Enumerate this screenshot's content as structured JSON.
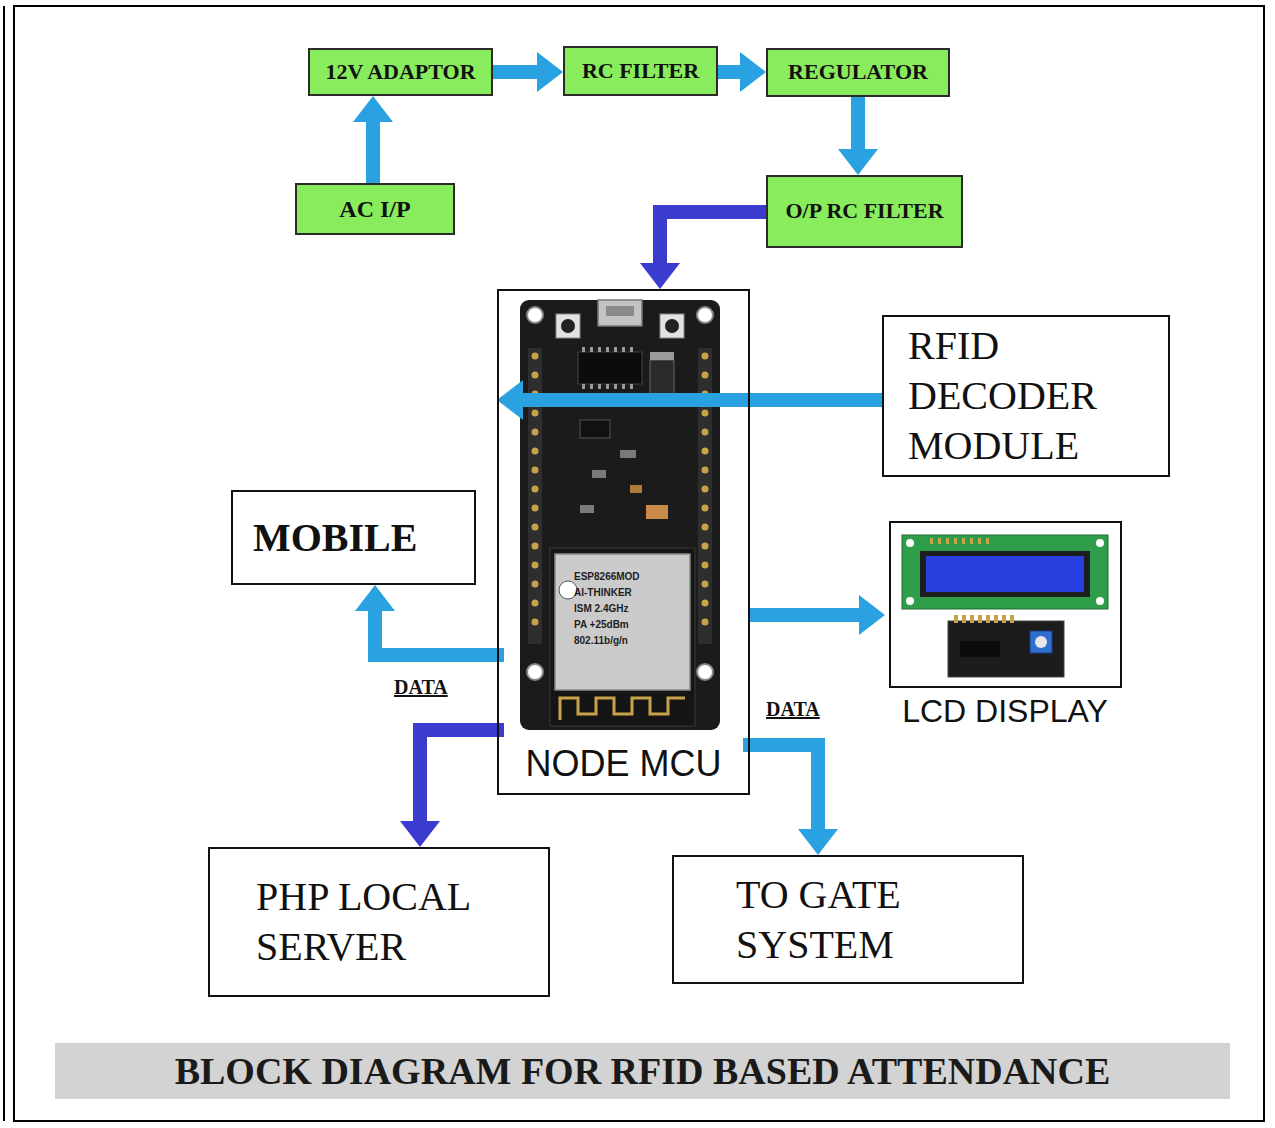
{
  "diagram": {
    "title": "BLOCK DIAGRAM FOR RFID BASED ATTENDANCE",
    "nodes": [
      {
        "text": [
          "12V ADAPTOR"
        ]
      },
      {
        "text": [
          "RC FILTER"
        ]
      },
      {
        "text": [
          "REGULATOR"
        ]
      },
      {
        "text": [
          "AC I/P"
        ]
      },
      {
        "text": [
          "O/P RC FILTER"
        ]
      },
      {
        "text": [
          "NODE MCU"
        ]
      },
      {
        "text": [
          "RFID DECODER MODULE"
        ]
      },
      {
        "text": [
          "MOBILE"
        ]
      },
      {
        "text": [
          "LCD DISPLAY"
        ]
      },
      {
        "text": [
          "PHP LOCAL SERVER"
        ]
      },
      {
        "text": [
          "TO GATE SYSTEM"
        ]
      }
    ],
    "edges": [
      {
        "from": 3,
        "to": 0,
        "arrow": "to"
      },
      {
        "from": 0,
        "to": 1,
        "arrow": "to"
      },
      {
        "from": 1,
        "to": 2,
        "arrow": "to"
      },
      {
        "from": 2,
        "to": 4,
        "arrow": "to"
      },
      {
        "from": 4,
        "to": 5,
        "arrow": "to"
      },
      {
        "from": 6,
        "to": 5,
        "arrow": "to"
      },
      {
        "from": 5,
        "to": 7,
        "arrow": "to"
      },
      {
        "from": 5,
        "to": 8,
        "arrow": "to"
      },
      {
        "from": 5,
        "to": 9,
        "label": "DATA",
        "arrow": "to"
      },
      {
        "from": 5,
        "to": 10,
        "label": "DATA",
        "arrow": "to"
      }
    ],
    "labels": [
      "ESP8266MOD",
      "AI-THINKER",
      "ISM 2.4GHz",
      "PA +25dBm",
      "802.11b/g/n"
    ]
  }
}
